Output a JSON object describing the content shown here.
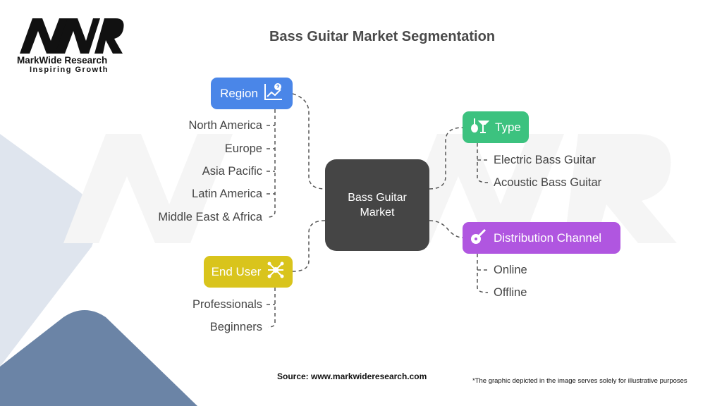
{
  "logo": {
    "mark": "MWR",
    "name": "MarkWide Research",
    "tagline": "Inspiring Growth"
  },
  "title": "Bass Guitar Market Segmentation",
  "center": {
    "line1": "Bass Guitar",
    "line2": "Market"
  },
  "segments": {
    "region": {
      "label": "Region",
      "icon": "chart-question-icon",
      "color": "#4a86e8",
      "items": [
        "North America",
        "Europe",
        "Asia Pacific",
        "Latin America",
        "Middle East & Africa"
      ]
    },
    "type": {
      "label": "Type",
      "icon": "instruments-icon",
      "color": "#3cc27f",
      "items": [
        "Electric Bass Guitar",
        "Acoustic Bass Guitar"
      ]
    },
    "distribution": {
      "label": "Distribution Channel",
      "icon": "guitar-icon",
      "color": "#b056e0",
      "items": [
        "Online",
        "Offline"
      ]
    },
    "end_user": {
      "label": "End User",
      "icon": "network-icon",
      "color": "#d9c41c",
      "items": [
        "Professionals",
        "Beginners"
      ]
    }
  },
  "source": "Source: www.markwideresearch.com",
  "note": "*The graphic depicted in the image serves solely for illustrative purposes"
}
